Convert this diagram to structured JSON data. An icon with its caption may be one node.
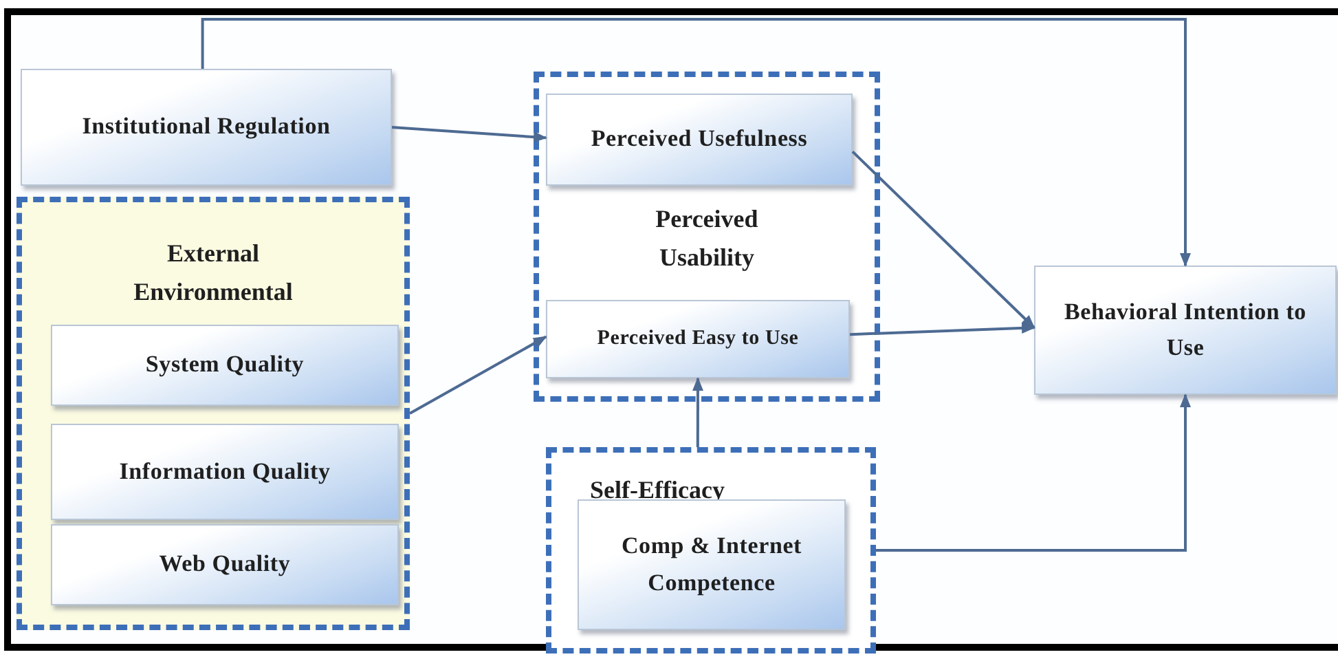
{
  "diagram": {
    "nodes": [
      {
        "text": [
          "Institutional Regulation"
        ]
      },
      {
        "text": [
          "External Environmental"
        ]
      },
      {
        "text": [
          "System Quality"
        ],
        "in": 1
      },
      {
        "text": [
          "Information Quality"
        ],
        "in": 1
      },
      {
        "text": [
          "Web Quality"
        ],
        "in": 1
      },
      {
        "text": [
          "Perceived Usability"
        ]
      },
      {
        "text": [
          "Perceived Usefulness"
        ],
        "in": 5
      },
      {
        "text": [
          "Perceived Easy to Use"
        ],
        "in": 5
      },
      {
        "text": [
          "Self-Efficacy"
        ]
      },
      {
        "text": [
          "Comp & Internet Competence"
        ],
        "in": 8
      },
      {
        "text": [
          "Behavioral Intention to Use"
        ]
      }
    ],
    "edges": [
      {
        "from": 0,
        "to": 6,
        "arrow": "to"
      },
      {
        "from": 1,
        "to": 7,
        "arrow": "to"
      },
      {
        "from": 6,
        "to": 10,
        "arrow": "to"
      },
      {
        "from": 7,
        "to": 10,
        "arrow": "to"
      },
      {
        "from": 8,
        "to": 7,
        "arrow": "to"
      },
      {
        "from": 8,
        "to": 10,
        "arrow": "to"
      },
      {
        "from": 0,
        "to": 10,
        "arrow": "to"
      }
    ]
  }
}
